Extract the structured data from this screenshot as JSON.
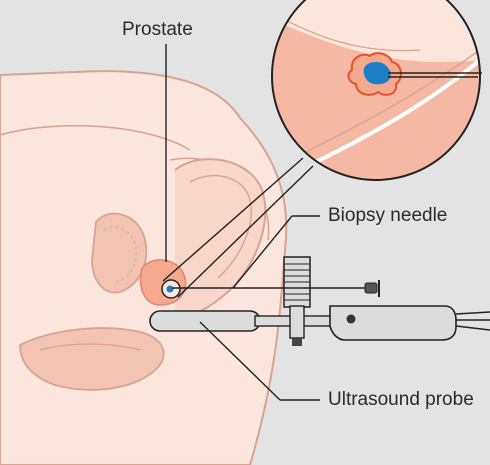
{
  "labels": {
    "prostate": "Prostate",
    "biopsy_needle": "Biopsy needle",
    "ultrasound_probe": "Ultrasound probe"
  },
  "colors": {
    "background": "#e3e3e3",
    "body_fill": "#fbe6de",
    "body_outline": "#dca290",
    "organ_fill": "#f4c4b2",
    "prostate": "#f5a98f",
    "tumor": "#1a7fc4",
    "tumor_outline": "#e8502b",
    "instrument": "#dcdcdc",
    "leader_line": "#222222"
  }
}
